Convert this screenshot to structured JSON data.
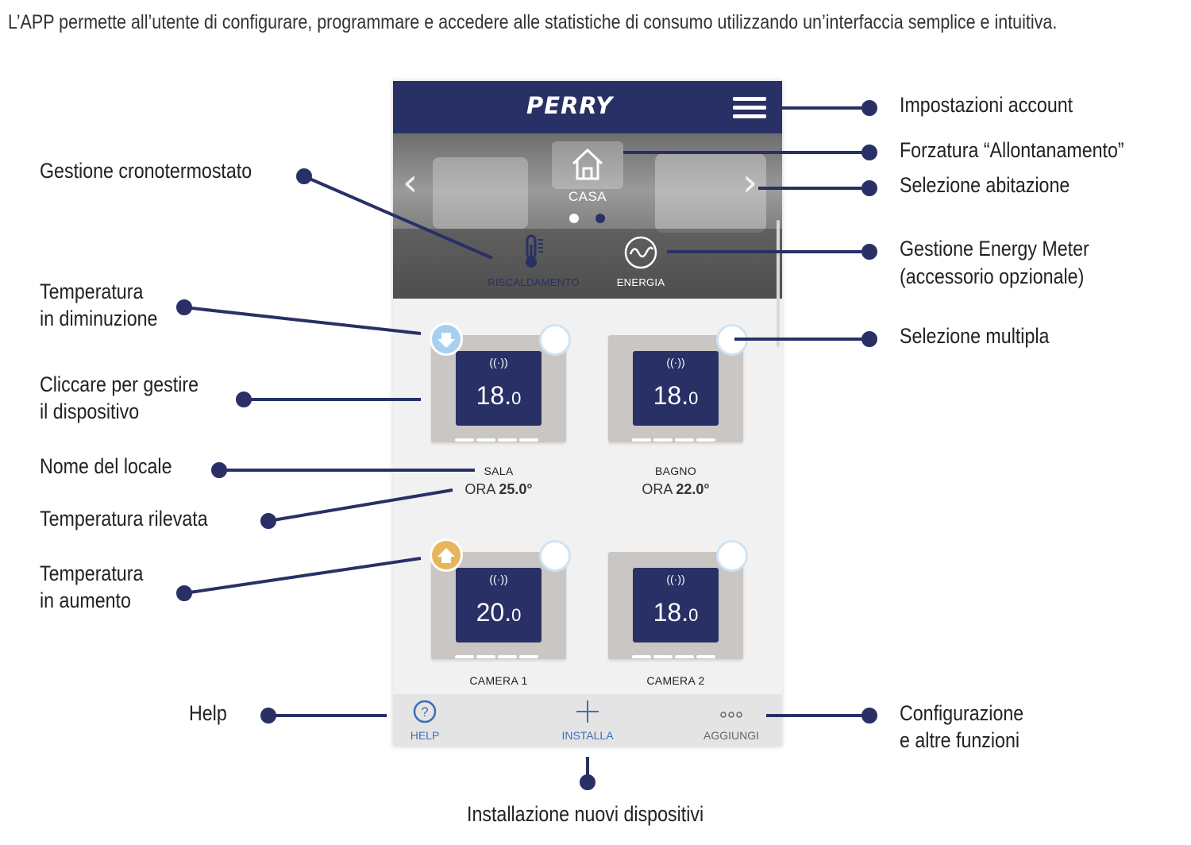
{
  "intro": "L’APP permette all’utente di configurare, programmare e accedere alle statistiche di consumo utilizzando un’interfaccia semplice e intuitiva.",
  "app": {
    "logo": "PERRY",
    "home": "CASA",
    "tabs": {
      "heating": "RISCALDAMENTO",
      "energy": "ENERGIA"
    },
    "devices": [
      {
        "room": "SALA",
        "set_temp": "18.",
        "set_dec": "0",
        "now_prefix": "ORA ",
        "now_value": "25.0°",
        "trend": "down"
      },
      {
        "room": "BAGNO",
        "set_temp": "18.",
        "set_dec": "0",
        "now_prefix": "ORA ",
        "now_value": "22.0°",
        "trend": ""
      },
      {
        "room": "CAMERA 1",
        "set_temp": "20.",
        "set_dec": "0",
        "trend": "up"
      },
      {
        "room": "CAMERA 2",
        "set_temp": "18.",
        "set_dec": "0",
        "trend": ""
      }
    ],
    "bottom": {
      "help": "HELP",
      "install": "INSTALLA",
      "add": "AGGIUNGI"
    }
  },
  "callouts": {
    "account": "Impostazioni account",
    "away_1": "Forzatura “Allontanamento”",
    "home_select": "Selezione abitazione",
    "energy_1": "Gestione Energy Meter",
    "energy_2": "(accessorio opzionale)",
    "multi": "Selezione multipla",
    "chrono": "Gestione cronotermostato",
    "dec_1": "Temperatura",
    "dec_2": "in diminuzione",
    "click_1": "Cliccare per gestire",
    "click_2": "il dispositivo",
    "room_name": "Nome del locale",
    "measured": "Temperatura rilevata",
    "inc_1": "Temperatura",
    "inc_2": "in aumento",
    "help": "Help",
    "config_1": "Configurazione",
    "config_2": "e altre funzioni",
    "install": "Installazione nuovi dispositivi"
  },
  "colors": {
    "brand": "#293065",
    "accent_blue": "#3c6fb7",
    "trend_up": "#e8b55b",
    "trend_down": "#a9cfee"
  }
}
